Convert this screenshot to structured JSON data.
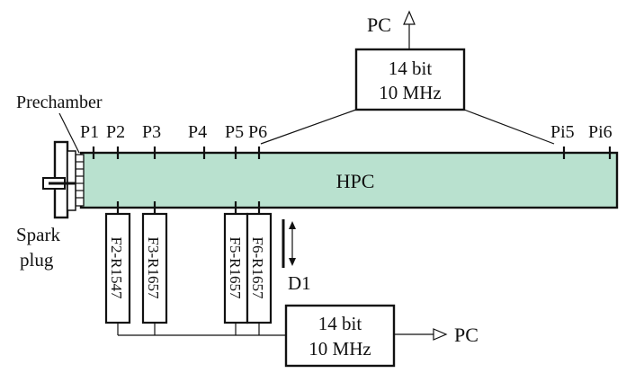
{
  "labels": {
    "pc_top": "PC",
    "pc_right": "PC",
    "prechamber": "Prechamber",
    "spark_line1": "Spark",
    "spark_line2": "plug",
    "hpc": "HPC",
    "d1": "D1"
  },
  "ports": {
    "p1": "P1",
    "p2": "P2",
    "p3": "P3",
    "p4": "P4",
    "p5": "P5",
    "p6": "P6",
    "pi5": "Pi5",
    "pi6": "Pi6"
  },
  "daq_top": {
    "line1": "14 bit",
    "line2": "10 MHz"
  },
  "daq_bottom": {
    "line1": "14 bit",
    "line2": "10 MHz"
  },
  "photodetectors": {
    "f2": "F2-R1547",
    "f3": "F3-R1657",
    "f5": "F5-R1657",
    "f6": "F6-R1657"
  },
  "colors": {
    "hpc_fill": "#b9e1cf",
    "line": "#111111",
    "background": "#ffffff"
  }
}
